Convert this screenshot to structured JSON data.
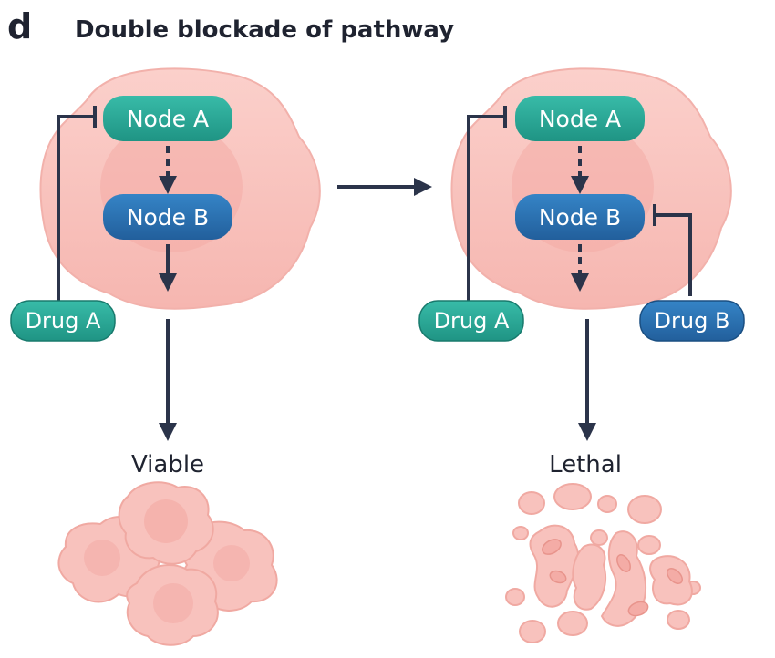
{
  "figure": {
    "panel_letter": "d",
    "title": "Double blockade of pathway"
  },
  "left_panel": {
    "node_a": "Node A",
    "node_b": "Node B",
    "drug": "Drug A",
    "outcome": "Viable"
  },
  "right_panel": {
    "node_a": "Node A",
    "node_b": "Node B",
    "drug_a": "Drug A",
    "drug_b": "Drug B",
    "outcome": "Lethal"
  },
  "colors": {
    "cell_body": "#f8c2bd",
    "cell_nucleus": "#f2aba6",
    "node_a": "#2aa998",
    "node_b": "#2b73b6",
    "drug_a": "#2aa998",
    "drug_b": "#2b73b6",
    "arrow": "#2b344a"
  }
}
